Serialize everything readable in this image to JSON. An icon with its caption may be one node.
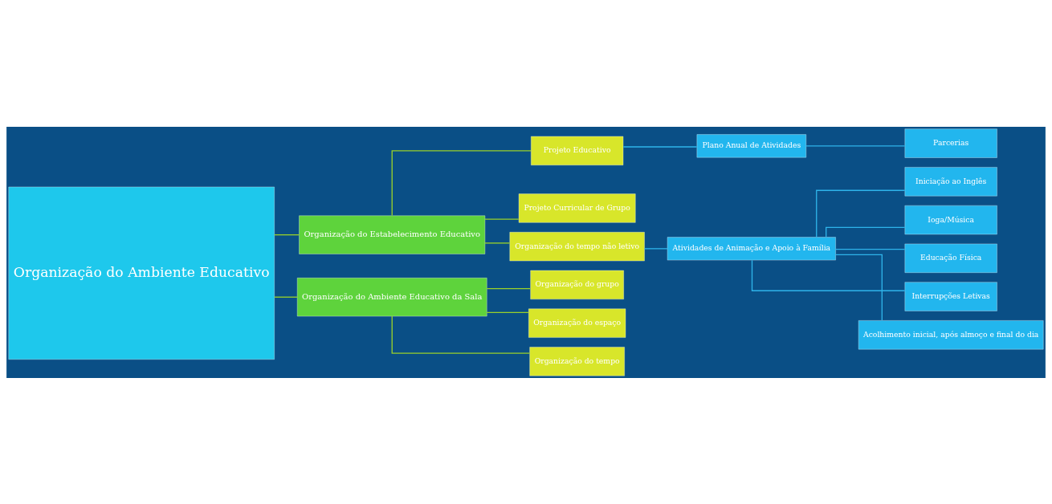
{
  "diagram": {
    "nodes": [
      {
        "text": [
          "Organização do Ambiente Educativo"
        ]
      },
      {
        "text": [
          "Organização do Estabelecimento Educativo"
        ]
      },
      {
        "text": [
          "Organização do Ambiente Educativo da Sala"
        ]
      },
      {
        "text": [
          "Projeto Educativo"
        ]
      },
      {
        "text": [
          "Projeto Curricular de Grupo"
        ]
      },
      {
        "text": [
          "Organização do tempo não letivo"
        ]
      },
      {
        "text": [
          "Organização do grupo"
        ]
      },
      {
        "text": [
          "Organização do espaço"
        ]
      },
      {
        "text": [
          "Organização do tempo"
        ]
      },
      {
        "text": [
          "Plano Anual de Atividades"
        ]
      },
      {
        "text": [
          "Atividades de Animação e Apoio à Família"
        ]
      },
      {
        "text": [
          "Parcerias"
        ]
      },
      {
        "text": [
          "Iniciação ao Inglês"
        ]
      },
      {
        "text": [
          "Ioga/Música"
        ]
      },
      {
        "text": [
          "Educação Física"
        ]
      },
      {
        "text": [
          "Interrupções Letivas"
        ]
      },
      {
        "text": [
          "Acolhimento inicial, após almoço e final do dia"
        ]
      }
    ],
    "edges": [
      {
        "from": 0,
        "to": 1,
        "arrow": "none"
      },
      {
        "from": 0,
        "to": 2,
        "arrow": "none"
      },
      {
        "from": 1,
        "to": 3,
        "arrow": "none"
      },
      {
        "from": 1,
        "to": 4,
        "arrow": "none"
      },
      {
        "from": 1,
        "to": 5,
        "arrow": "none"
      },
      {
        "from": 2,
        "to": 6,
        "arrow": "none"
      },
      {
        "from": 2,
        "to": 7,
        "arrow": "none"
      },
      {
        "from": 2,
        "to": 8,
        "arrow": "none"
      },
      {
        "from": 3,
        "to": 9,
        "arrow": "none",
        "color": "#2fb4ea"
      },
      {
        "from": 9,
        "to": 11,
        "arrow": "none",
        "color": "#2fb4ea"
      },
      {
        "from": 5,
        "to": 10,
        "arrow": "none",
        "color": "#2fb4ea"
      },
      {
        "from": 10,
        "to": 12,
        "arrow": "none",
        "color": "#2fb4ea"
      },
      {
        "from": 10,
        "to": 13,
        "arrow": "none",
        "color": "#2fb4ea"
      },
      {
        "from": 10,
        "to": 14,
        "arrow": "none",
        "color": "#2fb4ea"
      },
      {
        "from": 10,
        "to": 15,
        "arrow": "none",
        "color": "#2fb4ea"
      },
      {
        "from": 10,
        "to": 16,
        "arrow": "none",
        "color": "#2fb4ea"
      }
    ]
  }
}
